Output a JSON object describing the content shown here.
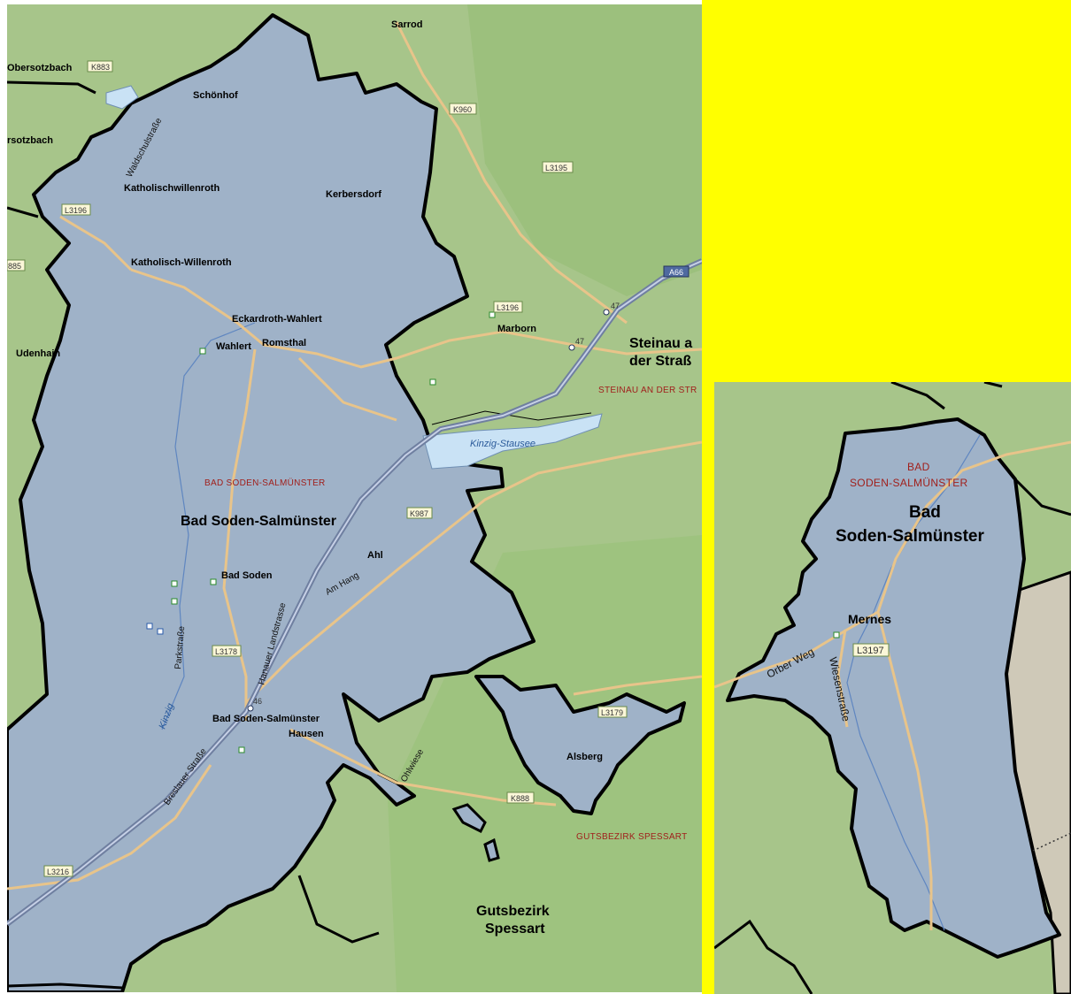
{
  "colors": {
    "municipality_fill": "#9fb2c8",
    "background_land": "#a7c58a",
    "forest_land": "#9cc07d",
    "water": "#c9e2f5",
    "border": "#000000",
    "road": "#e8c48a",
    "highway": "#6f7fa0",
    "admin_label": "#a0201c",
    "highlight_panel": "#ffff00",
    "neighbour_grey": "#cfc9b8"
  },
  "main_map": {
    "places": {
      "sarrod": "Sarrod",
      "obersotzbach": "Obersotzbach",
      "ersotzbach": "rsotzbach",
      "schoenhof": "Schönhof",
      "katholischwillenroth": "Katholischwillenroth",
      "kerbersdorf": "Kerbersdorf",
      "katholisch_willenroth": "Katholisch-Willenroth",
      "eckardroth_wahlert": "Eckardroth-Wahlert",
      "wahlert": "Wahlert",
      "romsthal": "Romsthal",
      "marborn": "Marborn",
      "udenhain": "Udenhain",
      "ahl": "Ahl",
      "bad_soden": "Bad Soden",
      "bad_soden_salmuenster_district": "Bad Soden-Salmünster",
      "hausen": "Hausen",
      "alsberg": "Alsberg"
    },
    "town_labels": {
      "bad_soden_salmuenster": "Bad Soden-Salmünster",
      "steinau_line1": "Steinau a",
      "steinau_line2": "der Straß",
      "gutsbezirk_line1": "Gutsbezirk",
      "gutsbezirk_line2": "Spessart"
    },
    "admin_labels": {
      "bad_soden_salmuenster": "BAD SODEN-SALMÜNSTER",
      "steinau": "STEINAU AN DER STR",
      "gutsbezirk": "GUTSBEZIRK SPESSART"
    },
    "water_labels": {
      "kinzig_stausee": "Kinzig-Stausee",
      "kinzig": "Kinzig"
    },
    "street_labels": {
      "waldschulstrasse": "Waldschulstraße",
      "am_hang": "Am Hang",
      "hanauer_landstrasse": "Hanauer Landstrasse",
      "parkstrasse": "Parkstraße",
      "breslauer_strasse": "Breslauer Straße",
      "ohlwiese": "Ohlwiese"
    },
    "road_numbers": {
      "k883": "K883",
      "k960": "K960",
      "l3195": "L3195",
      "l3196_west": "L3196",
      "a66": "A66",
      "l3196_east": "L3196",
      "k987": "K987",
      "l3178": "L3178",
      "l3179": "L3179",
      "k888": "K888",
      "l3216": "L3216",
      "r885": "885"
    },
    "exits": {
      "exit_47a": "47",
      "exit_47b": "47",
      "exit_46": "46"
    }
  },
  "inset_map": {
    "admin_line1": "BAD",
    "admin_line2": "SODEN-SALMÜNSTER",
    "town_line1": "Bad",
    "town_line2": "Soden-Salmünster",
    "place_mernes": "Mernes",
    "road_l3197": "L3197",
    "street_orber_weg": "Orber Weg",
    "street_wiesenstrasse": "Wiesenstraße"
  }
}
